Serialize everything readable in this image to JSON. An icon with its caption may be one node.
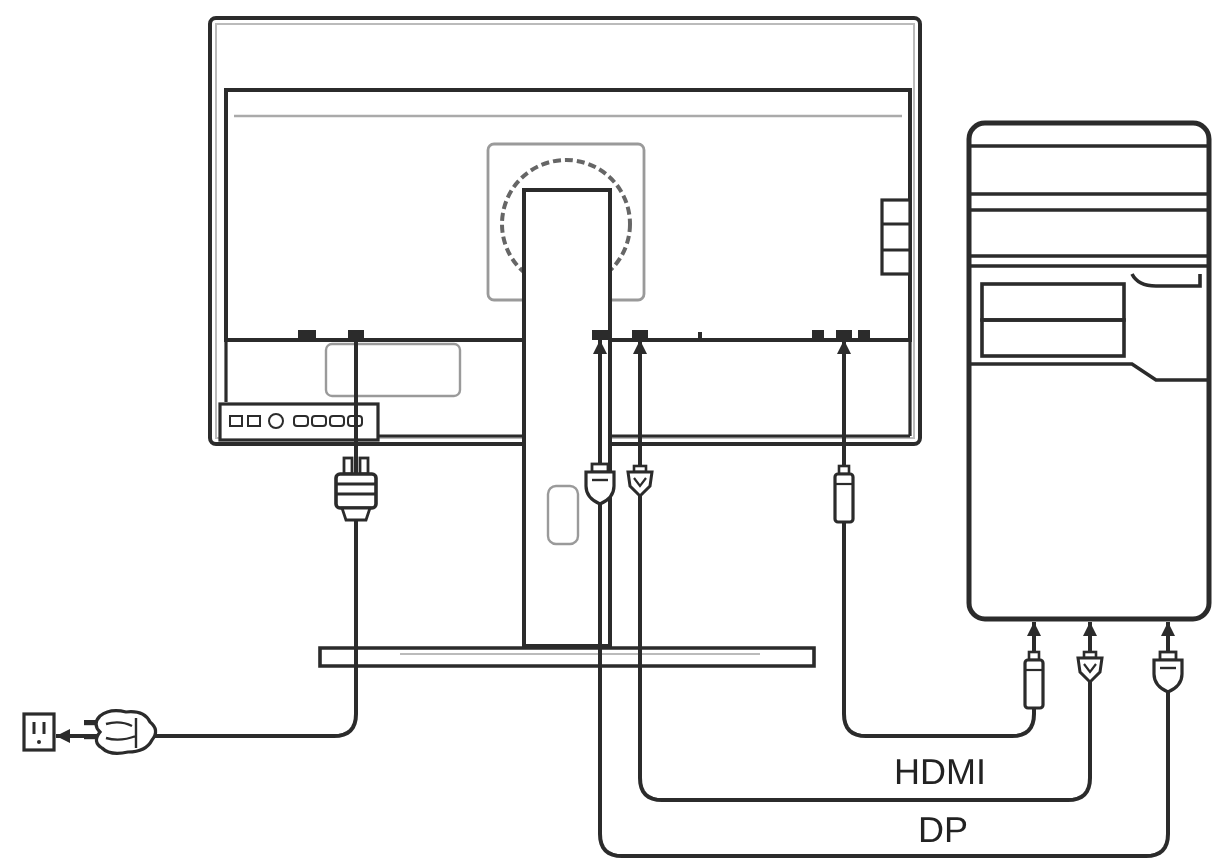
{
  "diagram": {
    "nodes": [
      {
        "text": [],
        "shape": "picture"
      },
      {
        "text": [],
        "shape": "box",
        "in": 0
      },
      {
        "text": [],
        "shape": "box",
        "in": 0
      },
      {
        "text": [],
        "shape": "box",
        "in": 0
      },
      {
        "text": [],
        "shape": "box",
        "in": 0
      },
      {
        "text": [],
        "shape": "picture"
      },
      {
        "text": [],
        "shape": "picture"
      }
    ],
    "edges": [
      {
        "from": 1,
        "to": 6,
        "arrow": "to"
      },
      {
        "from": 2,
        "to": 5,
        "arrow": "both",
        "label": "DP"
      },
      {
        "from": 3,
        "to": 5,
        "arrow": "both",
        "label": "HDMI"
      },
      {
        "from": 4,
        "to": 5,
        "arrow": "both"
      }
    ]
  }
}
